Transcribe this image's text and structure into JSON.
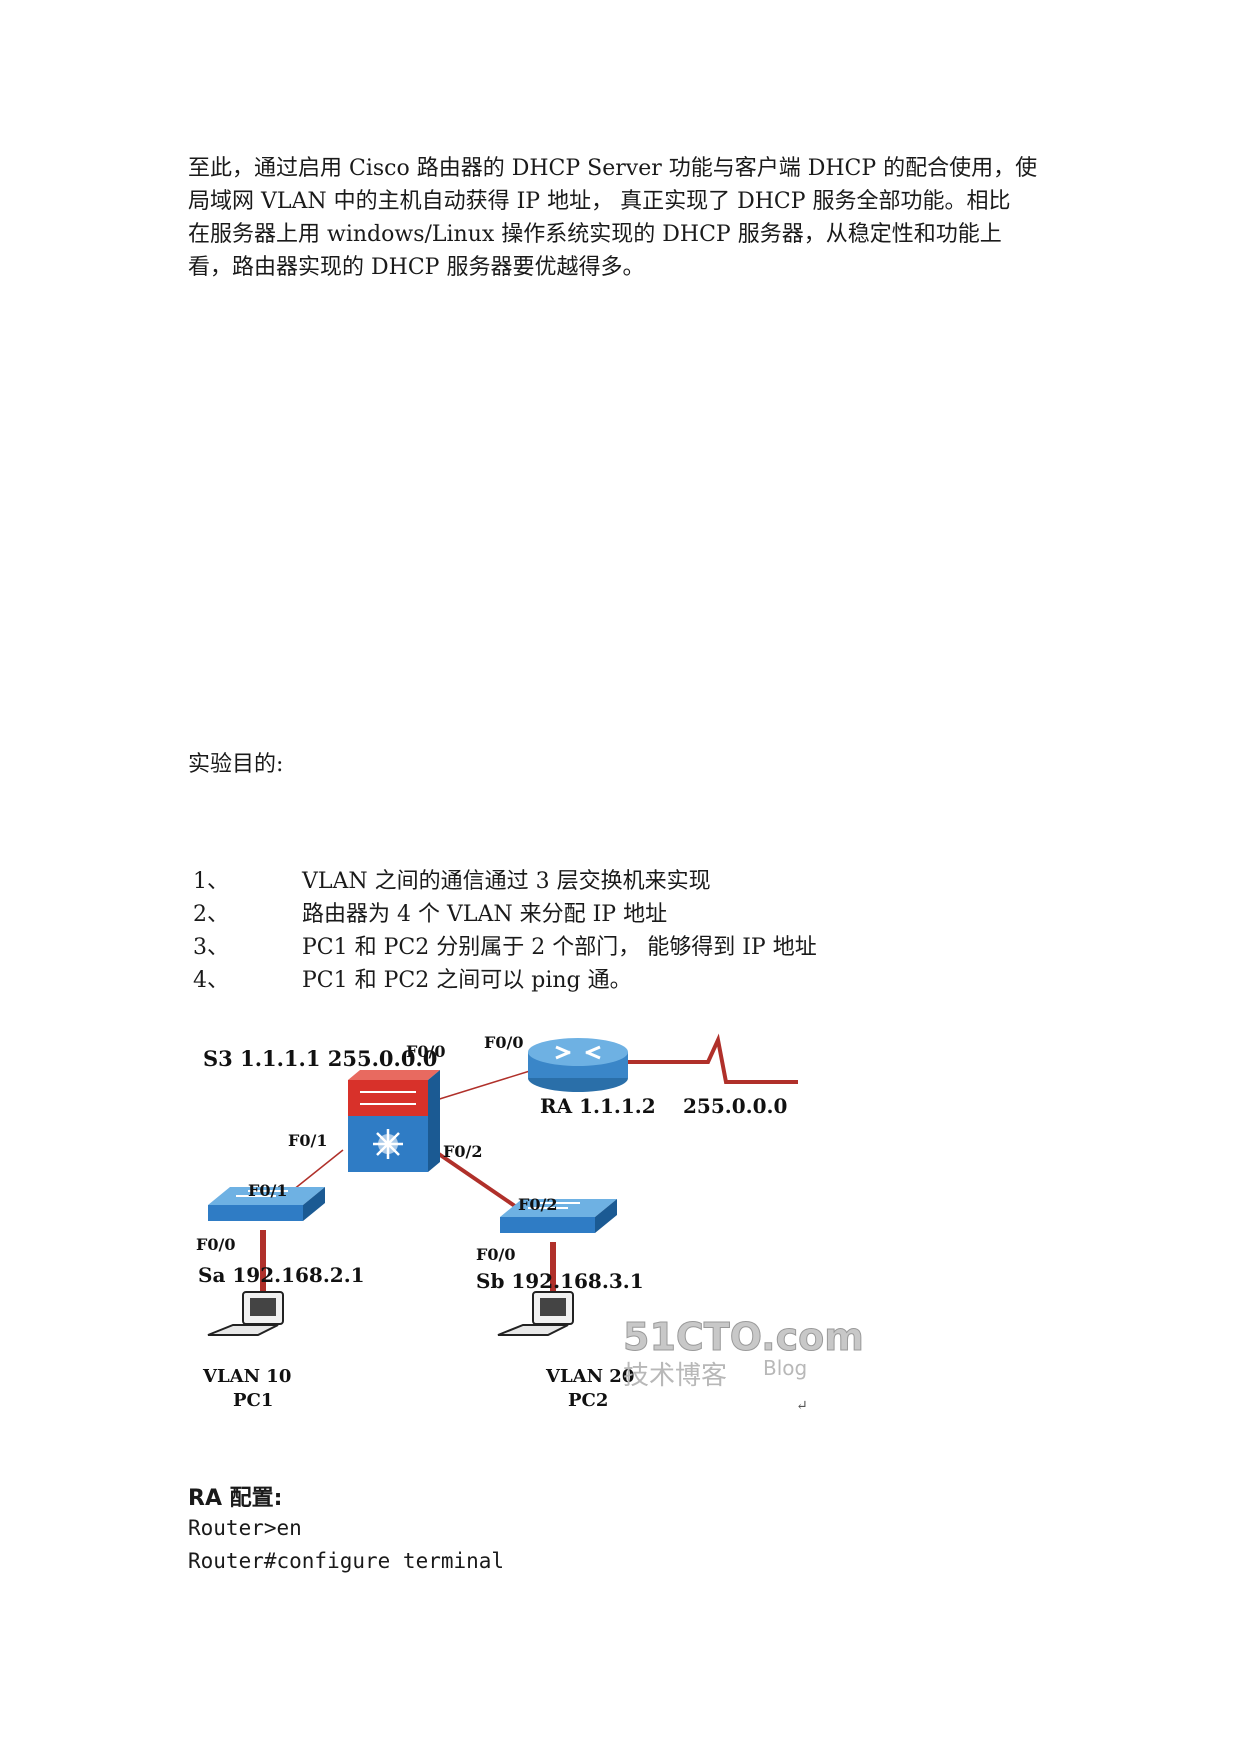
{
  "intro": {
    "lines": [
      "至此，通过启用 Cisco 路由器的 DHCP Server 功能与客户端 DHCP 的配合使用，使",
      "局域网 VLAN 中的主机自动获得 IP 地址， 真正实现了 DHCP 服务全部功能。相比",
      "在服务器上用 windows/Linux 操作系统实现的 DHCP 服务器，从稳定性和功能上",
      "看，路由器实现的 DHCP 服务器要优越得多。"
    ]
  },
  "objectives_heading": "实验目的:",
  "objectives": [
    {
      "num": "1、",
      "text": "VLAN 之间的通信通过 3 层交换机来实现"
    },
    {
      "num": "2、",
      "text": "路由器为 4 个 VLAN 来分配 IP 地址"
    },
    {
      "num": "3、",
      "text": "PC1 和 PC2 分别属于 2 个部门， 能够得到 IP 地址"
    },
    {
      "num": "4、",
      "text": "PC1 和 PC2 之间可以 ping 通。"
    }
  ],
  "diagram": {
    "s3_label": "S3 1.1.1.1 255.0.0.0",
    "s3_f00": "F0/0",
    "ra_f00": "F0/0",
    "ra_label": "RA 1.1.1.2",
    "ra_mask": "255.0.0.0",
    "s3_f01": "F0/1",
    "s3_f02": "F0/2",
    "sa_f01": "F0/1",
    "sa_f00": "F0/0",
    "sa_label": "Sa 192.168.2.1",
    "sb_f02": "F0/2",
    "sb_f00": "F0/0",
    "sb_label": "Sb 192.168.3.1",
    "pc1_vlan": "VLAN 10",
    "pc1_name": "PC1",
    "pc2_vlan": "VLAN 20",
    "pc2_name": "PC2",
    "watermark_main": "51CTO.com",
    "watermark_sub": "技术博客",
    "watermark_blog": "Blog",
    "link_color": "#b0302a",
    "device_color": "#3a86c8"
  },
  "config": {
    "title": "RA 配置:",
    "commands": [
      "Router>en",
      "Router#configure terminal"
    ]
  }
}
